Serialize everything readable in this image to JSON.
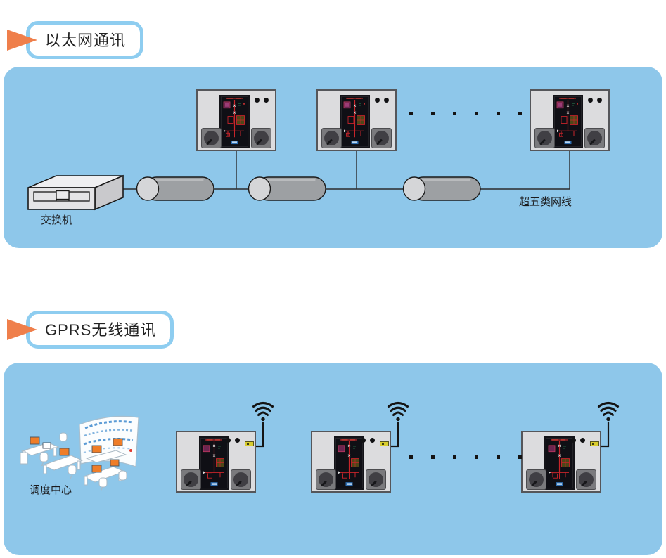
{
  "sections": {
    "ethernet": {
      "header": "以太网通讯",
      "switch_label": "交换机",
      "cable_label": "超五类网线",
      "device_count_shown": 3,
      "ellipsis_dots": 6
    },
    "gprs": {
      "header": "GPRS无线通讯",
      "dispatch_label": "调度中心",
      "device_count_shown": 3,
      "ellipsis_dots": 6
    }
  },
  "colors": {
    "panel_blue": "#8ec7ea",
    "accent_orange": "#ef7f4b",
    "pill_border_blue": "#8ecdf0",
    "device_gray": "#dcdcde",
    "screen_dark": "#131318",
    "diagram_red": "#c8242a",
    "module_yellow": "#d8cc2e",
    "cable_gray": "#9da0a3",
    "line_black": "#2b2b2d"
  },
  "icons": {
    "arrow": "arrow-right-icon",
    "wifi": "wifi-signal-icon"
  }
}
